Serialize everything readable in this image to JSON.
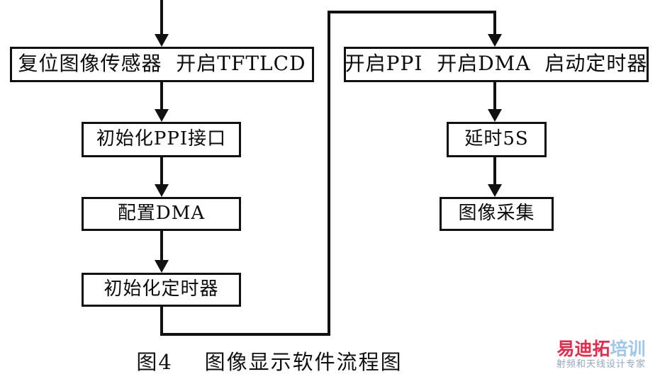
{
  "figure": {
    "caption": "图4    图像显示软件流程图",
    "type": "flowchart",
    "language": "zh-CN"
  },
  "flow": {
    "left_column": {
      "nodes": [
        {
          "id": "reset",
          "label": "复位图像传感器  开启TFTLCD"
        },
        {
          "id": "init-ppi",
          "label": "初始化PPI接口"
        },
        {
          "id": "cfg-dma",
          "label": "配置DMA"
        },
        {
          "id": "init-timer",
          "label": "初始化定时器"
        }
      ]
    },
    "right_column": {
      "nodes": [
        {
          "id": "enable",
          "label": "开启PPI  开启DMA  启动定时器"
        },
        {
          "id": "delay",
          "label": "延时5S"
        },
        {
          "id": "capture",
          "label": "图像采集"
        }
      ]
    },
    "edges": [
      {
        "from": "start",
        "to": "reset",
        "kind": "arrow-down"
      },
      {
        "from": "reset",
        "to": "init-ppi",
        "kind": "arrow-down"
      },
      {
        "from": "init-ppi",
        "to": "cfg-dma",
        "kind": "arrow-down"
      },
      {
        "from": "cfg-dma",
        "to": "init-timer",
        "kind": "arrow-down"
      },
      {
        "from": "init-timer",
        "to": "enable",
        "kind": "elbow-right-up-arrow-down"
      },
      {
        "from": "enable",
        "to": "delay",
        "kind": "arrow-down"
      },
      {
        "from": "delay",
        "to": "capture",
        "kind": "arrow-down"
      }
    ]
  },
  "watermark": {
    "brand_part_1": "易迪拓",
    "brand_part_2": "培训",
    "tagline": "射频和天线设计专家",
    "color_brand_1": "#e8294a",
    "color_brand_2": "#9fc7ea",
    "color_tagline": "#8fa8c4"
  },
  "colors": {
    "stroke": "#111111",
    "background": "#ffffff",
    "text": "#0b0b0b"
  }
}
